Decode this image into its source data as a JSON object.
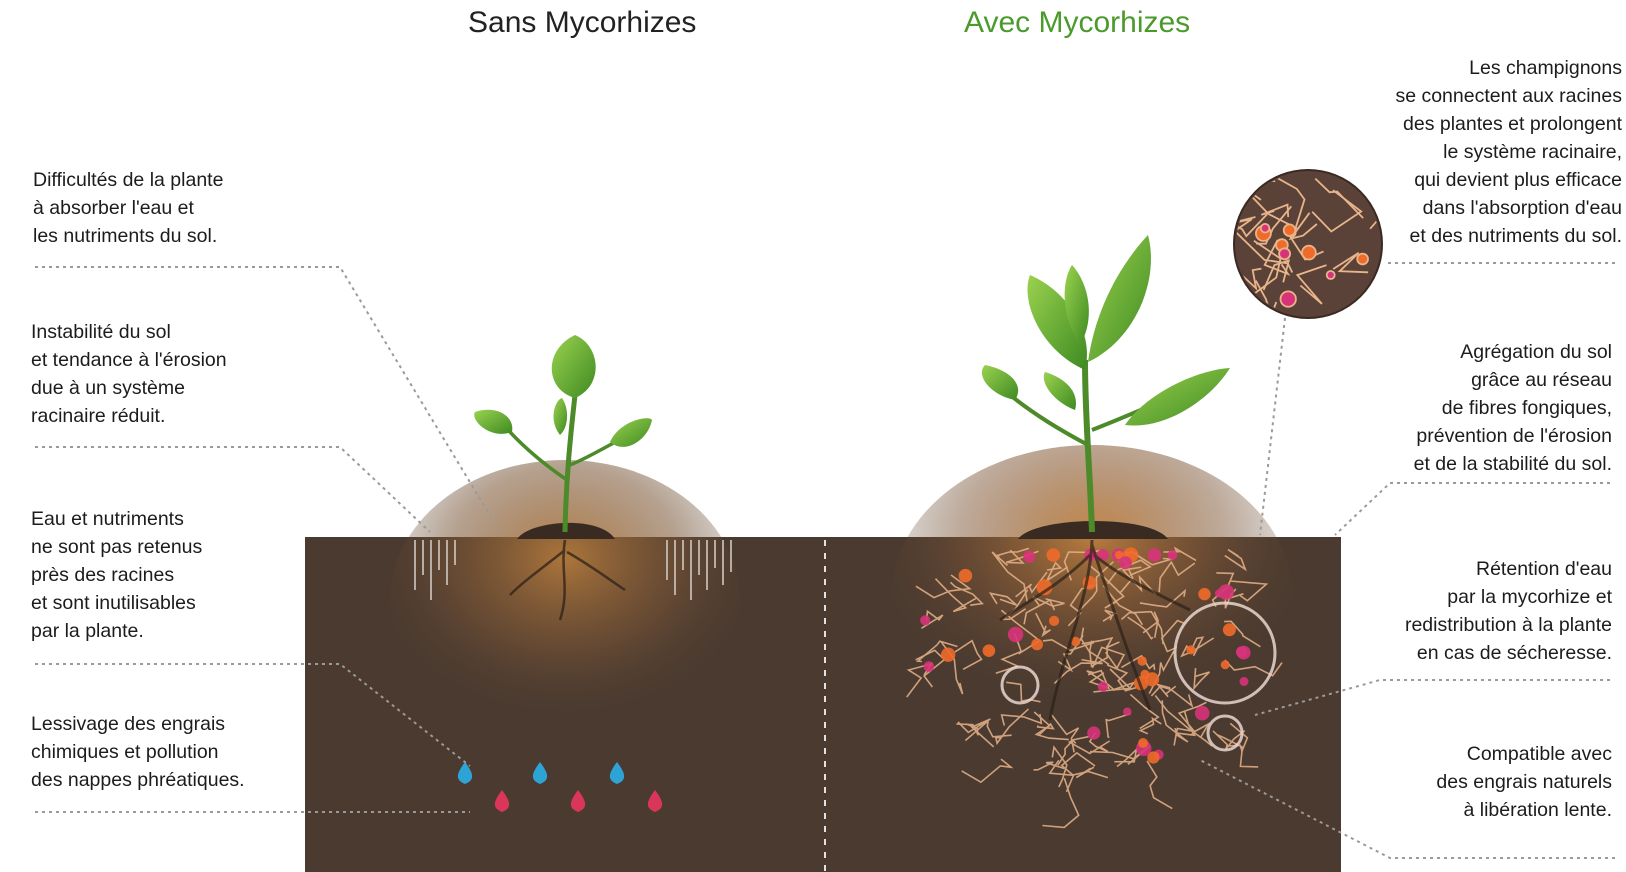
{
  "titles": {
    "without": "Sans Mycorhizes",
    "with": "Avec Mycorhizes"
  },
  "colors": {
    "soil": "#4a3a30",
    "soil_edge": "#3f3129",
    "title_with": "#4a9a2c",
    "title_without": "#222222",
    "leaf": "#6fb43a",
    "leaf_dark": "#3e7d1f",
    "hyphae": "#e8b48a",
    "spore_orange": "#f06a2a",
    "spore_pink": "#d8337a",
    "water_drop": "#2ea3d6",
    "fertilizer_drop": "#d9365a"
  },
  "left_notes": [
    {
      "lines": [
        "Difficultés de la plante",
        "à absorber l'eau et",
        "les nutriments du sol."
      ]
    },
    {
      "lines": [
        "Instabilité du sol",
        "et tendance à l'érosion",
        "due à un système",
        "racinaire réduit."
      ]
    },
    {
      "lines": [
        "Eau et nutriments",
        "ne sont pas retenus",
        "près des racines",
        "et sont inutilisables",
        "par la plante."
      ]
    },
    {
      "lines": [
        "Lessivage des engrais",
        "chimiques et pollution",
        "des nappes phréatiques."
      ]
    }
  ],
  "right_notes": [
    {
      "lines": [
        "Les champignons",
        "se connectent aux racines",
        "des plantes et prolongent",
        "le système racinaire,",
        "qui devient plus efficace",
        "dans l'absorption d'eau",
        "et des nutriments du sol."
      ]
    },
    {
      "lines": [
        "Agrégation du sol",
        "grâce au réseau",
        "de fibres fongiques,",
        "prévention de l'érosion",
        "et de la stabilité du sol."
      ]
    },
    {
      "lines": [
        "Rétention d'eau",
        "par la mycorhize et",
        "redistribution à la plante",
        "en cas de sécheresse."
      ]
    },
    {
      "lines": [
        "Compatible avec",
        "des engrais naturels",
        "à libération lente."
      ]
    }
  ],
  "icons": {
    "plant_without": "seedling-icon",
    "plant_with": "large-plant-icon",
    "water": "water-drop-icon",
    "fertilizer": "fertilizer-drop-icon",
    "zoom": "magnifier-circle-icon"
  }
}
